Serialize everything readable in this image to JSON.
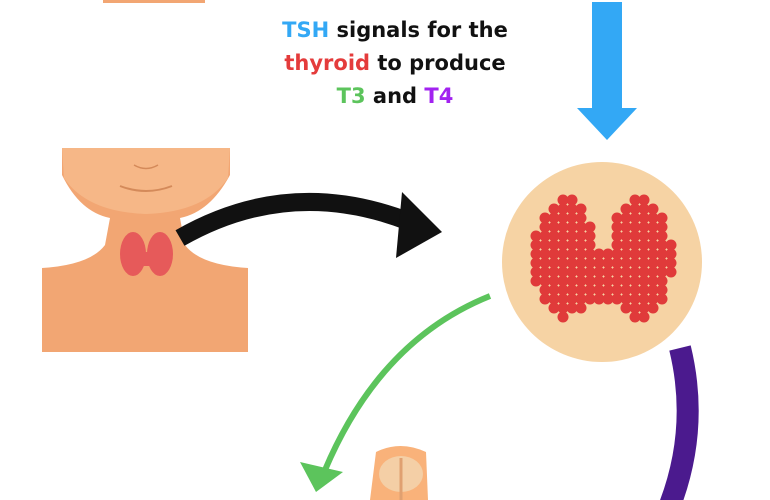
{
  "caption": {
    "line1": {
      "tsh": "TSH",
      "rest": " signals for the"
    },
    "line2": {
      "thyroid": "thyroid",
      "rest": " to produce"
    },
    "line3": {
      "t3": "T3",
      "and": " and ",
      "t4": "T4"
    }
  },
  "colors": {
    "tsh": "#33a8f5",
    "thyroid": "#e43b3b",
    "t3": "#5cc45c",
    "t4": "#a222f0",
    "skin": "#f2a673",
    "circle": "#f6d3a4",
    "purple_arrow": "#4b1a8e"
  }
}
